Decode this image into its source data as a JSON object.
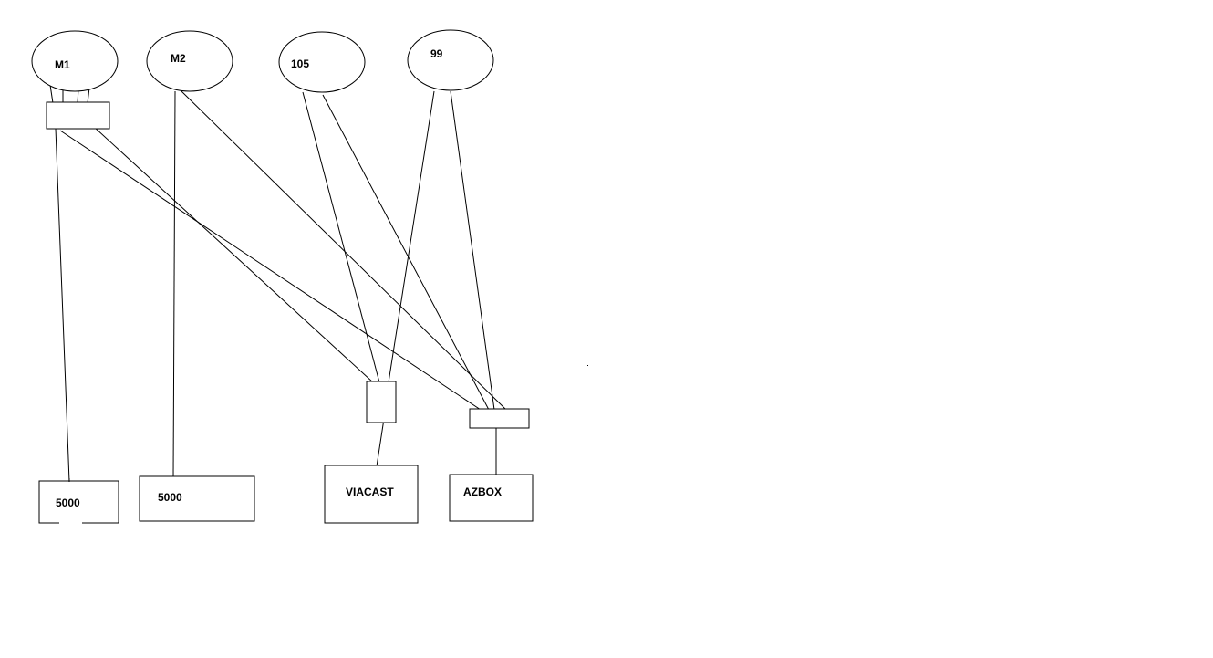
{
  "diagram": {
    "dishes": [
      {
        "id": "m1",
        "label": "M1"
      },
      {
        "id": "m2",
        "label": "M2"
      },
      {
        "id": "105",
        "label": "105"
      },
      {
        "id": "99",
        "label": "99"
      }
    ],
    "receivers": [
      {
        "id": "rx-5000-a",
        "label": "5000"
      },
      {
        "id": "rx-5000-b",
        "label": "5000"
      },
      {
        "id": "rx-viacast",
        "label": "VIACAST"
      },
      {
        "id": "rx-azbox",
        "label": "AZBOX"
      }
    ],
    "switches": [
      {
        "id": "sw-m1"
      },
      {
        "id": "sw-viacast"
      },
      {
        "id": "sw-azbox"
      }
    ],
    "connections": [
      {
        "from": "m1",
        "to": "sw-m1"
      },
      {
        "from": "sw-m1",
        "to": "rx-5000-a"
      },
      {
        "from": "sw-m1",
        "to": "sw-viacast"
      },
      {
        "from": "sw-m1",
        "to": "sw-azbox"
      },
      {
        "from": "m2",
        "to": "rx-5000-b"
      },
      {
        "from": "m2",
        "to": "sw-azbox"
      },
      {
        "from": "105",
        "to": "sw-viacast"
      },
      {
        "from": "105",
        "to": "sw-azbox"
      },
      {
        "from": "99",
        "to": "sw-viacast"
      },
      {
        "from": "99",
        "to": "sw-azbox"
      },
      {
        "from": "sw-viacast",
        "to": "rx-viacast"
      },
      {
        "from": "sw-azbox",
        "to": "rx-azbox"
      }
    ]
  }
}
